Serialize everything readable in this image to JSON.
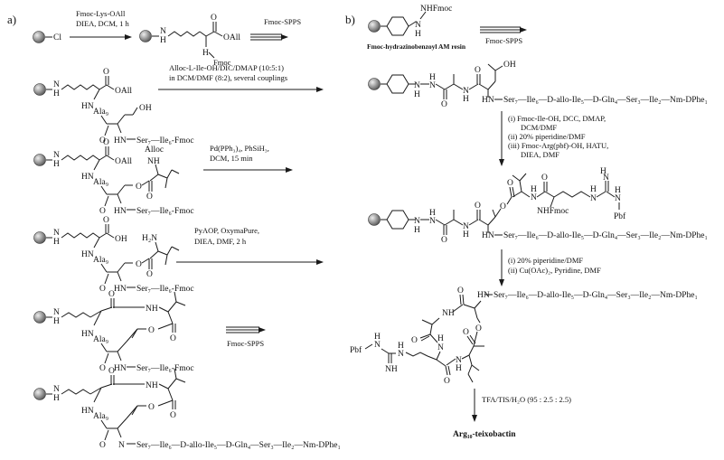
{
  "panel_labels": {
    "a": "a)",
    "b": "b)"
  },
  "colors": {
    "ink": "#111111",
    "bead_light": "#eeeeee",
    "bead_dark": "#555555"
  },
  "panel_a": {
    "start_label": "Cl",
    "step1": {
      "line1": "Fmoc-Lys-OAll",
      "line2": "DIEA, DCM, 1 h"
    },
    "step2": {
      "label": "Fmoc-SPPS"
    },
    "step3": {
      "line1": "Alloc-L-Ile-OH/DIC/DMAP (10:5:1)",
      "line2": "in DCM/DMF (8:2), several couplings"
    },
    "step4": {
      "line1": "Pd(PPh₃)₄, PhSiH₃,",
      "line2": "DCM, 15 min"
    },
    "step5": {
      "line1": "PyAOP, OxymaPure,",
      "line2": "DIEA, DMF, 2 h"
    },
    "step6": {
      "label": "Fmoc-SPPS"
    },
    "atoms": {
      "nh": "N",
      "h": "H",
      "oall": "OAll",
      "fmoc": "Fmoc",
      "o": "O",
      "oh": "OH",
      "hn": "HN",
      "alloc": "Alloc",
      "nh_small": "NH",
      "h2n": "H₂N"
    },
    "residues": {
      "ala9": "Ala₉",
      "seq_short": "Ser₇—Ile₆-Fmoc",
      "seq_final": "Ser₇—Ile₆—D-allo-Ile₅—D-Gln₄—Ser₃—Ile₂—Nm-DPhe₁"
    }
  },
  "panel_b": {
    "resin_label": "Fmoc-hydrazinobenzoyl AM resin",
    "nhfmoc": "NHFmoc",
    "step1": {
      "label": "Fmoc-SPPS"
    },
    "step2": {
      "line1": "(i)  Fmoc-Ile-OH, DCC, DMAP,",
      "line2": "DCM/DMF",
      "line3": "(ii) 20% piperidine/DMF",
      "line4": "(iii) Fmoc-Arg(pbf)-OH, HATU,",
      "line5": "DIEA, DMF"
    },
    "step3": {
      "line1": "(i) 20% piperidine/DMF",
      "line2": "(ii) Cu(OAc)₂, Pyridine, DMF"
    },
    "step4": {
      "line1": "TFA/TIS/H₂O (95 : 2.5 : 2.5)"
    },
    "product": "Arg₁₀-teixobactin",
    "atoms": {
      "nh": "NH",
      "hn": "HN",
      "n": "N",
      "h": "H",
      "o": "O",
      "oh": "OH",
      "pbf": "Pbf",
      "nh_label": "NH"
    },
    "seq": "Ser₇—Ile₆—D-allo-Ile₅—D-Gln₄—Ser₃—Ile₂—Nm-DPhe₁"
  }
}
